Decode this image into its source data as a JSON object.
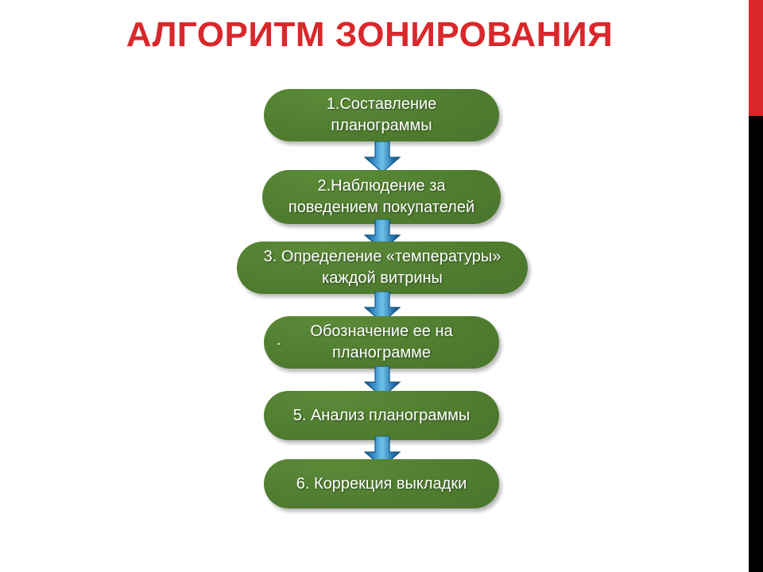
{
  "slide": {
    "title": "АЛГОРИТМ ЗОНИРОВАНИЯ",
    "title_color": "#d8282b",
    "background_color": "#ffffff"
  },
  "decor": {
    "right_bar_top_color": "#d9282a",
    "right_bar_bottom_color": "#000000"
  },
  "flow": {
    "node_fill_color": "#4f7c2f",
    "node_text_color": "#ffffff",
    "arrow_color": "#2a7ab5",
    "nodes": [
      {
        "id": 1,
        "text": "1.Составление\nпланограммы",
        "lead_dot": ""
      },
      {
        "id": 2,
        "text": "2.Наблюдение за\nповедением покупателей",
        "lead_dot": ""
      },
      {
        "id": 3,
        "text": "3.  Определение «температуры»\nкаждой витрины",
        "lead_dot": ""
      },
      {
        "id": 4,
        "text": "Обозначение ее на\nпланограмме",
        "lead_dot": "."
      },
      {
        "id": 5,
        "text": "5. Анализ планограммы",
        "lead_dot": ""
      },
      {
        "id": 6,
        "text": "6. Коррекция выкладки",
        "lead_dot": ""
      }
    ],
    "arrows": [
      {
        "id": 1,
        "icon": "arrow-down-icon"
      },
      {
        "id": 2,
        "icon": "arrow-down-icon"
      },
      {
        "id": 3,
        "icon": "arrow-down-icon"
      },
      {
        "id": 4,
        "icon": "arrow-down-icon"
      },
      {
        "id": 5,
        "icon": "arrow-down-icon"
      }
    ]
  }
}
